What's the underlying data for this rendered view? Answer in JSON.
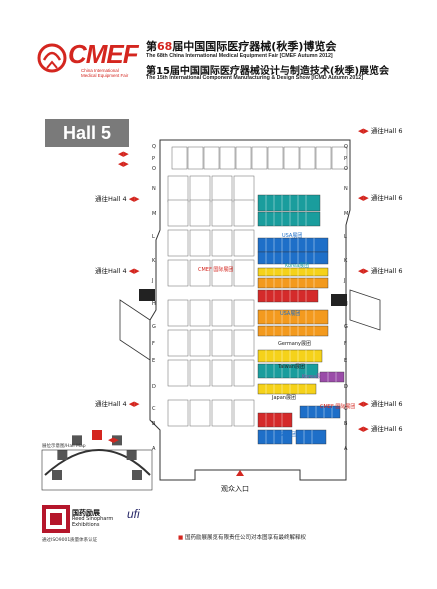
{
  "header": {
    "logo_text": "CMEF",
    "logo_sub1": "China International",
    "logo_sub2": "Medical Equipment Fair",
    "title1_pre": "第",
    "title1_num": "68",
    "title1_post": "届中国国际医疗器械(秋季)博览会",
    "title1_en": "The 68th China International Medical Equipment Fair [CMEF Autumn 2012]",
    "title2": "第15届中国国际医疗器械设计与制造技术(秋季)展览会",
    "title2_en": "The 15th International Component Manufacturing & Design Show [ICMD Autumn 2012]"
  },
  "hall_label": "Hall 5",
  "nav_tags": {
    "to_hall_4": "通往Hall 4",
    "to_hall_6": "通往Hall 6"
  },
  "row_letters": [
    "Q",
    "P",
    "O",
    "N",
    "M",
    "L",
    "K",
    "J",
    "H",
    "G",
    "F",
    "E",
    "D",
    "C",
    "B",
    "A"
  ],
  "zones": {
    "usa": "USA展团",
    "korea": "Korea展团",
    "germany": "Germany展团",
    "taiwan": "Taiwan展团",
    "japan": "Japan展团",
    "cmef_inter": "CMEF 国际展团",
    "cmef_inter2": "CMEF 国际展团"
  },
  "entrance": "观众入口",
  "legend_title": "展位示意图/Hall Map",
  "organizer": {
    "cn": "国药励展",
    "en1": "Reed Sinopharm",
    "en2": "Exhibitions",
    "ufi": "ufi",
    "cert": "通过ISO9001质量体系认证"
  },
  "footer_note": "国药励展展览有限责任公司对本图享有最终解释权",
  "colors": {
    "brand_red": "#d4261f",
    "usa_blue": "#1e6fc8",
    "teal": "#1a9d9d",
    "orange": "#f39a1e",
    "yellow": "#f5d21a",
    "purple": "#9a4ca8",
    "red": "#d42a2a",
    "hall_gray": "#7a7a7a"
  }
}
